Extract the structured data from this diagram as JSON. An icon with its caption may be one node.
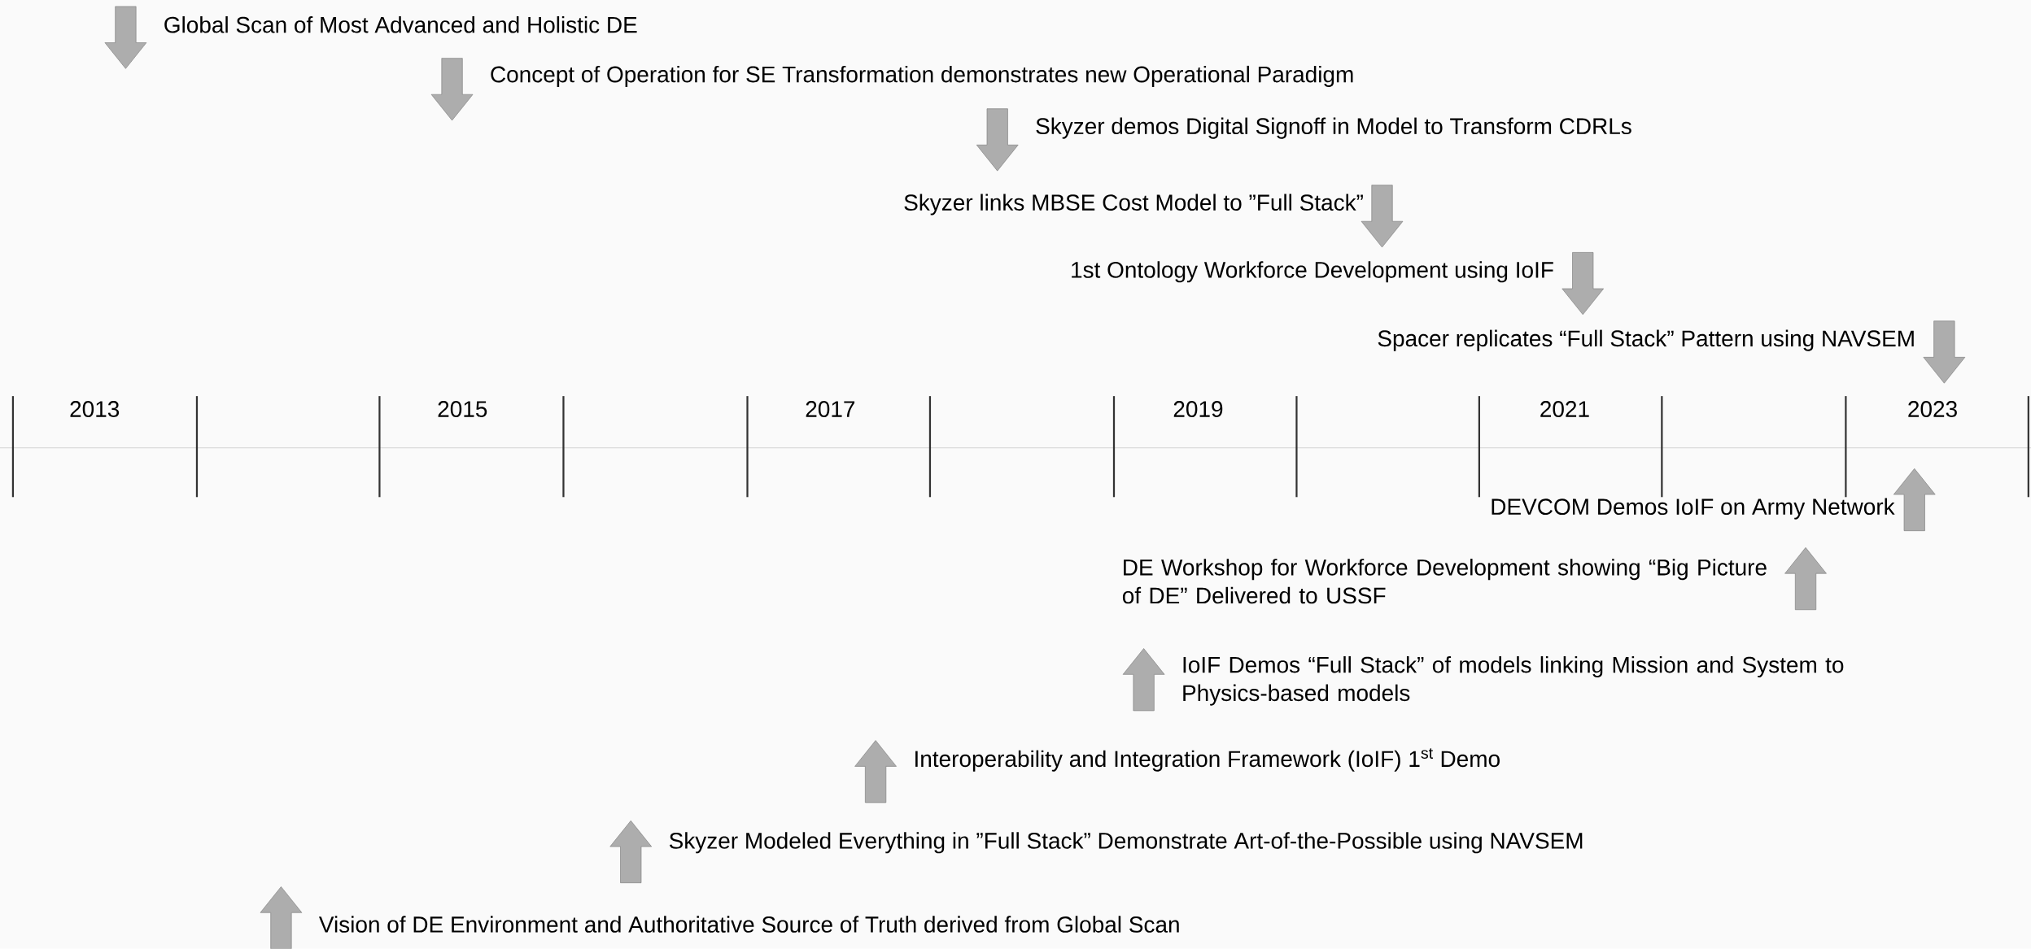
{
  "diagram": {
    "labels": [
      "Global Scan of Most Advanced and Holistic DE",
      "Concept of Operation for SE Transformation demonstrates new Operational Paradigm",
      "Skyzer demos Digital Signoff in Model to Transform CDRLs",
      "Skyzer links MBSE Cost Model to ”Full Stack”",
      "1st Ontology Workforce Development using IoIF",
      "Spacer replicates “Full Stack” Pattern using NAVSEM",
      "2013",
      "2015",
      "2017",
      "2019",
      "2021",
      "2023",
      "DEVCOM Demos IoIF on Army Network",
      "DE Workshop for Workforce Development showing “Big Picture of DE” Delivered to USSF",
      "IoIF Demos “Full Stack” of models linking Mission and System to Physics-based models",
      "Interoperability and Integration Framework (IoIF) 1$^{st}$ Demo",
      "Skyzer Modeled Everything in ”Full Stack” Demonstrate Art-of-the-Possible using NAVSEM",
      "Vision of DE Environment and Authoritative Source of Truth derived from Global Scan"
    ]
  }
}
